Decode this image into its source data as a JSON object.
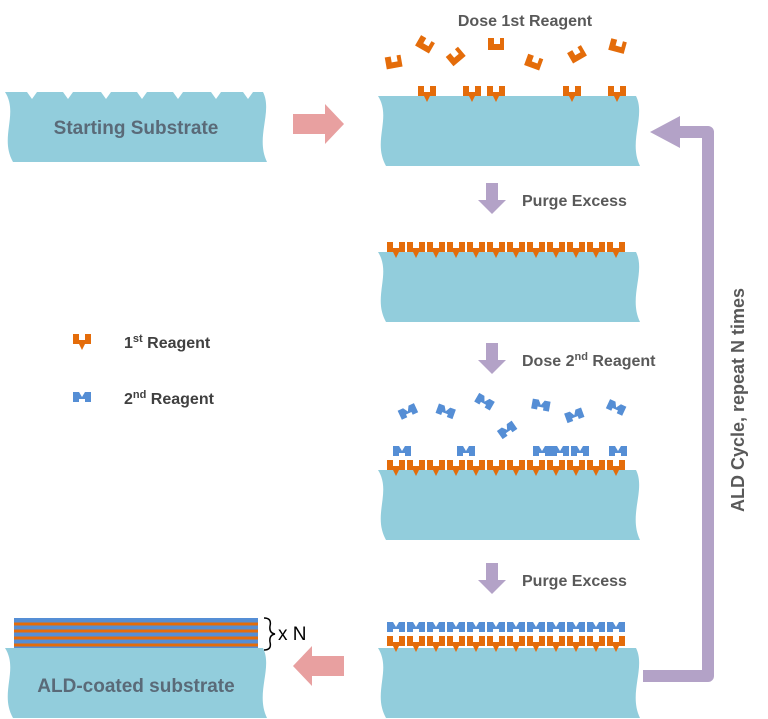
{
  "colors": {
    "substrate": "#92cddc",
    "reagent1": "#e46c0a",
    "reagent2": "#558ed5",
    "flow_arrow": "#e8a0a0",
    "step_arrow": "#b3a2c7",
    "label": "#595959"
  },
  "labels": {
    "starting_substrate": "Starting Substrate",
    "dose_1st": "Dose 1st Reagent",
    "purge_excess_1": "Purge Excess",
    "dose_2nd_prefix": "Dose 2",
    "dose_2nd_sup": "nd",
    "dose_2nd_suffix": " Reagent",
    "purge_excess_2": "Purge Excess",
    "ald_coated": "ALD-coated substrate",
    "cycle": "ALD Cycle, repeat N times",
    "x_n": "x N"
  },
  "legend": {
    "reagent1_prefix": "1",
    "reagent1_sup": "st",
    "reagent1_suffix": " Reagent",
    "reagent2_prefix": "2",
    "reagent2_sup": "nd",
    "reagent2_suffix": " Reagent"
  }
}
